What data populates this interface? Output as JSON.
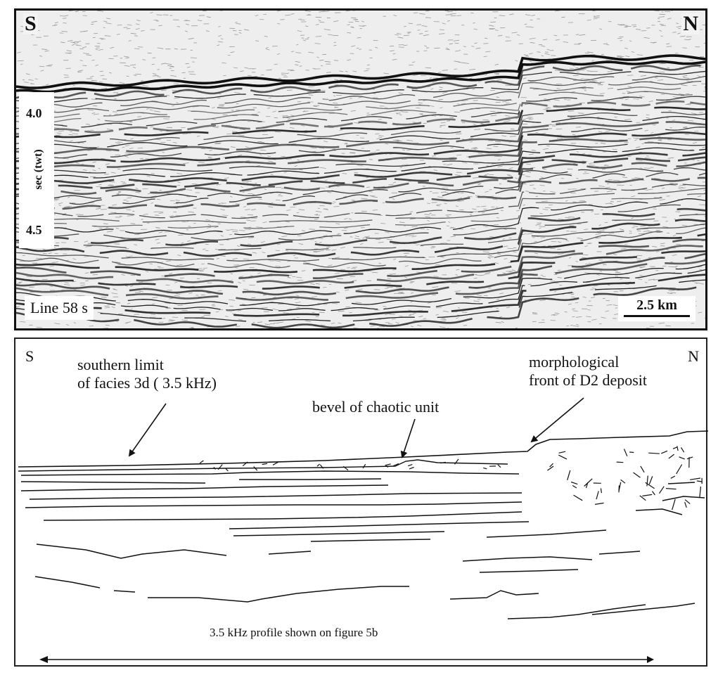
{
  "seismic_profile": {
    "label_south": "S",
    "label_north": "N",
    "ticks": [
      "4.0",
      "4.5"
    ],
    "axis_unit": "sec (twt)",
    "line_name": "Line 58 s",
    "scale_label": "2.5 km"
  },
  "interpretation": {
    "label_south": "S",
    "label_north": "N",
    "southern_limit": [
      "southern limit",
      "of  facies 3d ( 3.5 kHz)"
    ],
    "bevel": "bevel of chaotic unit",
    "front": [
      "morphological",
      "front of D2 deposit"
    ],
    "profile_note": "3.5 kHz profile shown on figure 5b"
  }
}
